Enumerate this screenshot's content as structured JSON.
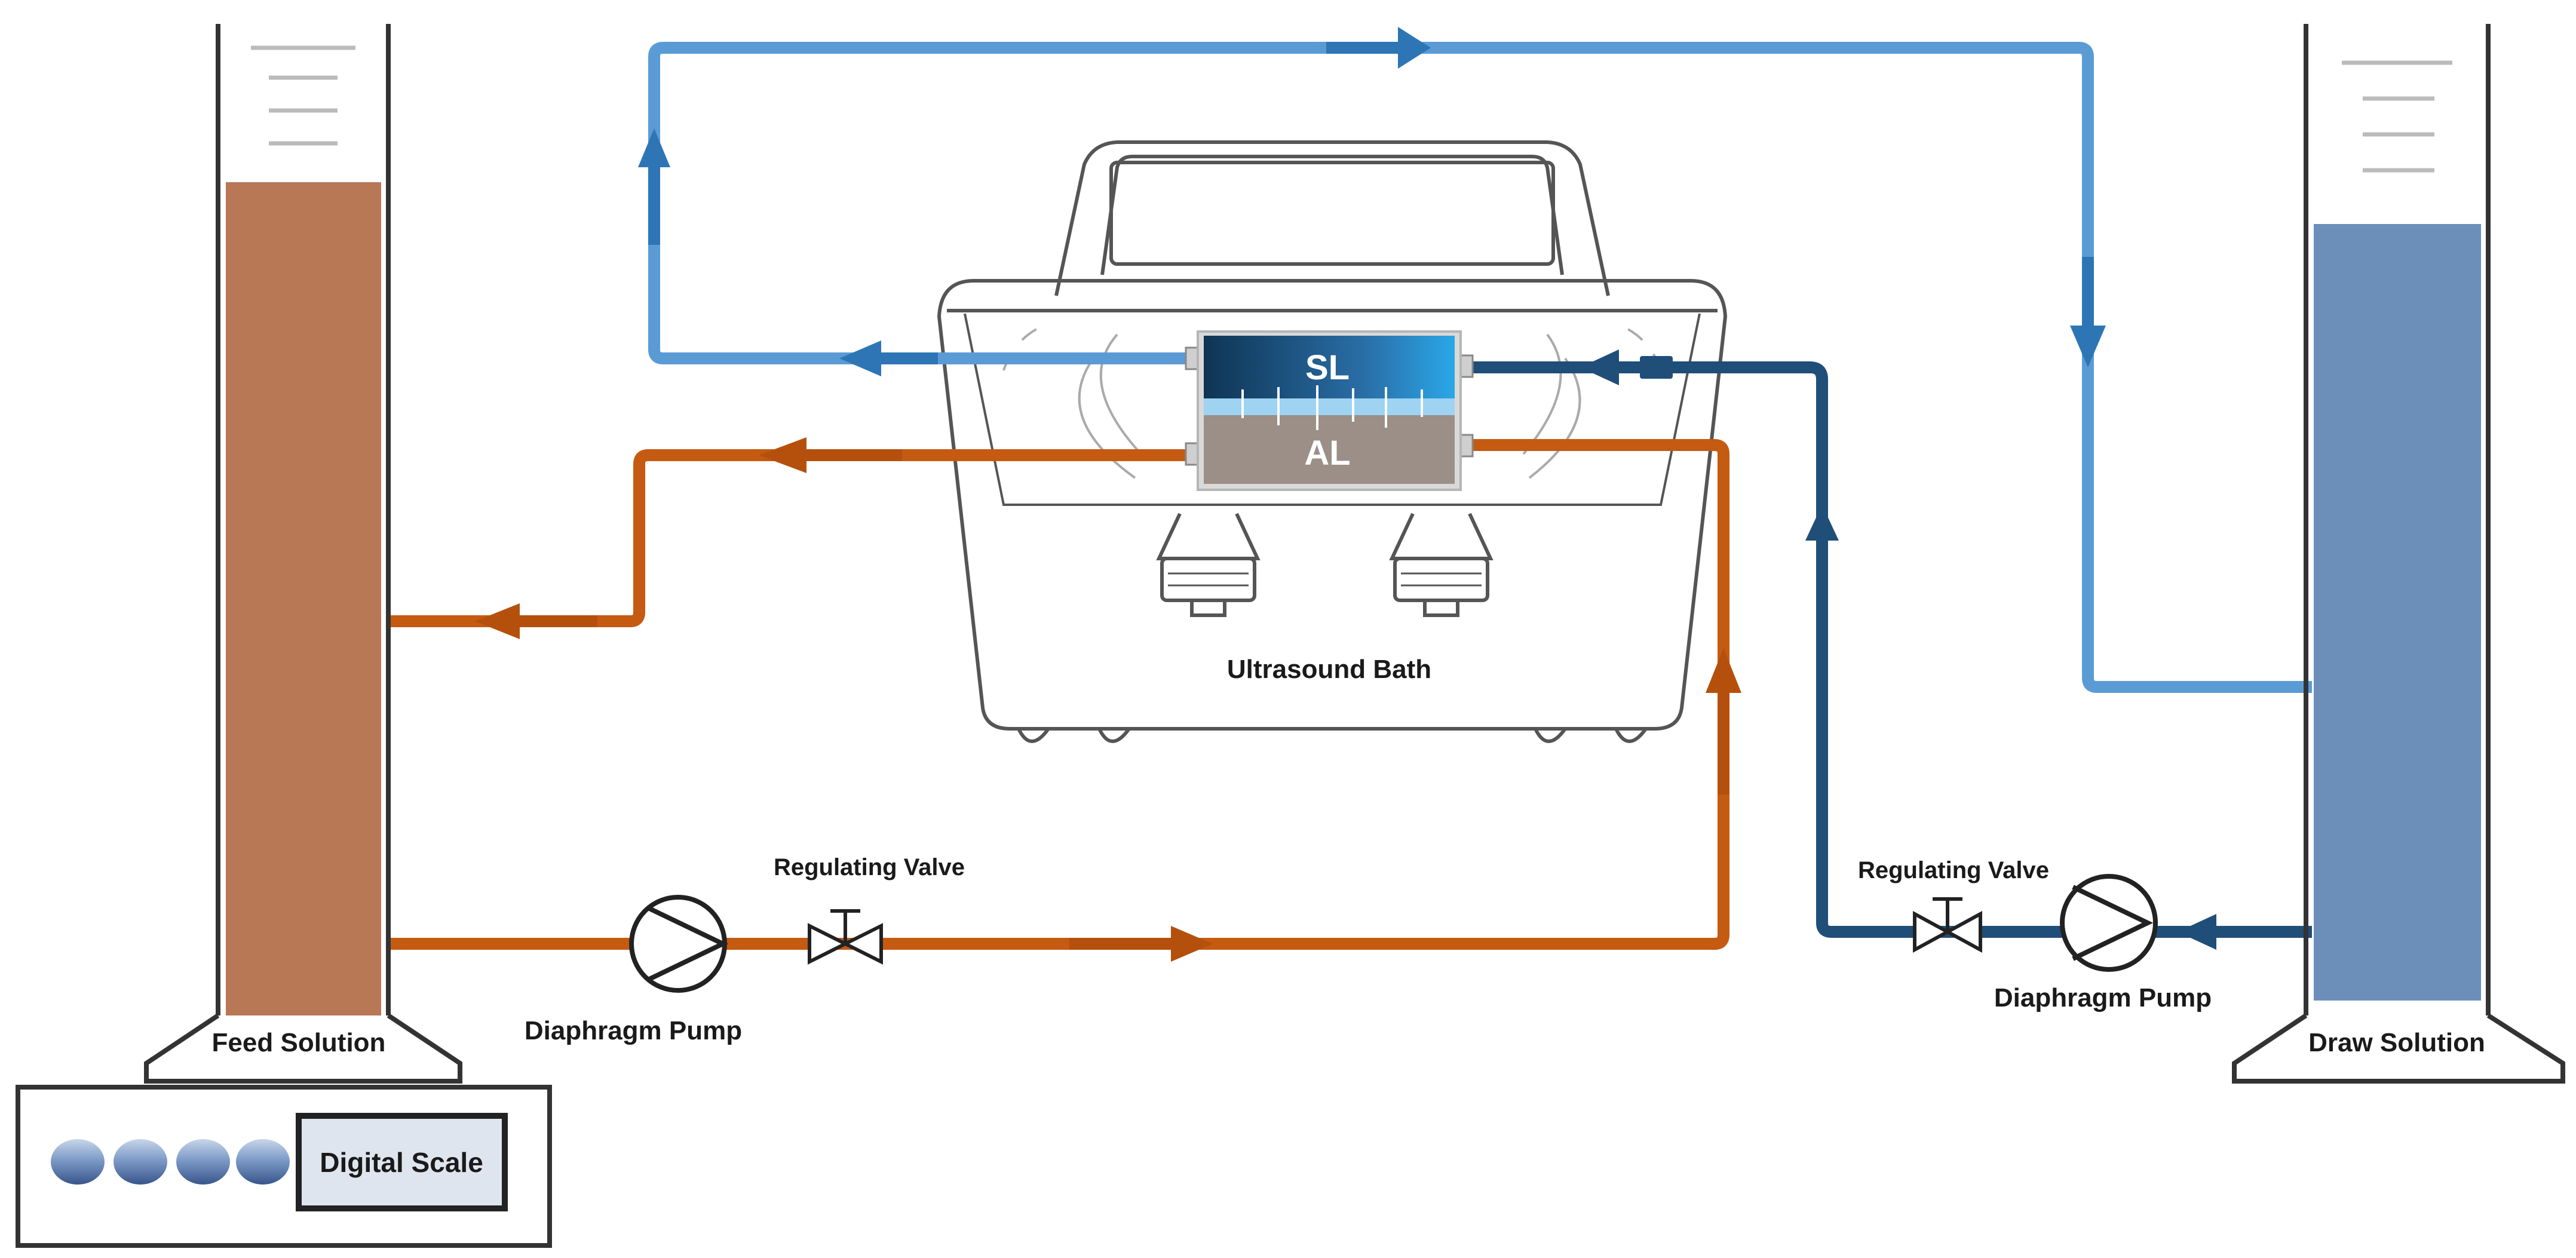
{
  "labels": {
    "feed_solution": "Feed Solution",
    "draw_solution": "Draw Solution",
    "digital_scale": "Digital Scale",
    "ultrasound_bath": "Ultrasound Bath",
    "regulating_valve_feed": "Regulating Valve",
    "regulating_valve_draw": "Regulating Valve",
    "diaphragm_pump_feed": "Diaphragm Pump",
    "diaphragm_pump_draw": "Diaphragm Pump",
    "membrane_top": "SL",
    "membrane_bottom": "AL"
  },
  "colors": {
    "feed_line": "#c55a11",
    "feed_arrow": "#b5500c",
    "feed_liquid": "#b87755",
    "draw_return_line": "#5b9bd5",
    "draw_return_arrow": "#2e75b6",
    "draw_line": "#1f4e79",
    "draw_liquid": "#6b8fb8",
    "outline": "#333333"
  },
  "icons": {
    "flow_arrow": "arrow-icon",
    "pump": "diaphragm-pump-icon",
    "valve": "regulating-valve-icon",
    "scale_button": "scale-button-icon"
  }
}
